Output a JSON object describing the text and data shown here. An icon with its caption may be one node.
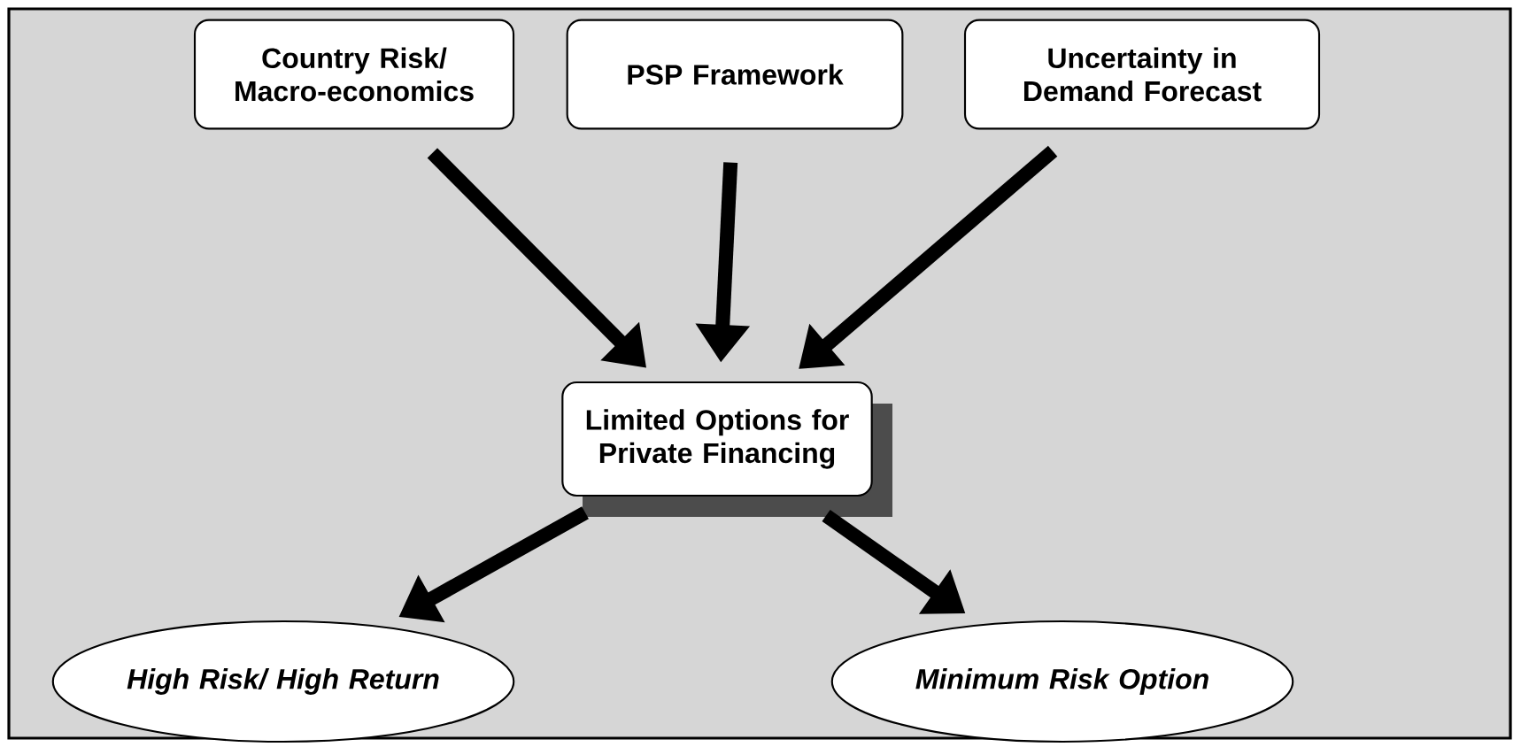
{
  "diagram": {
    "nodes": [
      {
        "text": [
          "Country Risk/ Macro-economics"
        ]
      },
      {
        "text": [
          "PSP Framework"
        ]
      },
      {
        "text": [
          "Uncertainty in Demand Forecast"
        ]
      },
      {
        "text": [
          "Limited Options for Private Financing"
        ]
      },
      {
        "text": [
          "High Risk/ High Return"
        ]
      },
      {
        "text": [
          "Minimum Risk Option"
        ]
      }
    ],
    "edges": [
      {
        "from": 0,
        "to": 3,
        "arrow": "to"
      },
      {
        "from": 1,
        "to": 3,
        "arrow": "to"
      },
      {
        "from": 2,
        "to": 3,
        "arrow": "to"
      },
      {
        "from": 3,
        "to": 4,
        "arrow": "to"
      },
      {
        "from": 3,
        "to": 5,
        "arrow": "to"
      }
    ]
  }
}
